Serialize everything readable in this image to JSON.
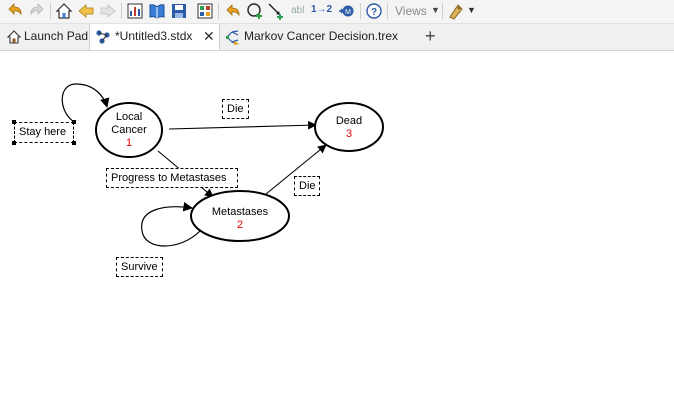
{
  "toolbar": {
    "views_label": "Views",
    "ab_label": "abl",
    "step_label": "1→2",
    "icons": [
      "undo-icon",
      "redo-icon",
      "home-icon",
      "back-icon",
      "forward-icon",
      "chart-icon",
      "book-icon",
      "save-icon",
      "tree-icon",
      "return-icon",
      "add-node-icon",
      "add-arrow-icon",
      "label-icon",
      "numbering-icon",
      "markov-icon",
      "help-icon",
      "views-dropdown",
      "extension-icon"
    ]
  },
  "tabs": [
    {
      "label": "Launch Pad",
      "icon": "house-icon",
      "active": false
    },
    {
      "label": "*Untitled3.stdx",
      "icon": "state-diagram-icon",
      "active": true,
      "close": "✕"
    },
    {
      "label": "Markov Cancer Decision.trex",
      "icon": "tree-file-icon",
      "active": false
    }
  ],
  "new_tab_label": "+",
  "diagram": {
    "states": [
      {
        "name": "Local\nCancer",
        "line1": "Local",
        "line2": "Cancer",
        "number": "1"
      },
      {
        "name": "Metastases",
        "number": "2"
      },
      {
        "name": "Dead",
        "number": "3"
      }
    ],
    "transitions": [
      {
        "label": "Stay here",
        "from": "Local Cancer",
        "to": "Local Cancer",
        "selected": true
      },
      {
        "label": "Die",
        "from": "Local Cancer",
        "to": "Dead"
      },
      {
        "label": "Progress to Metastases",
        "from": "Local Cancer",
        "to": "Metastases"
      },
      {
        "label": "Die",
        "from": "Metastases",
        "to": "Dead"
      },
      {
        "label": "Survive",
        "from": "Metastases",
        "to": "Metastases"
      }
    ]
  }
}
